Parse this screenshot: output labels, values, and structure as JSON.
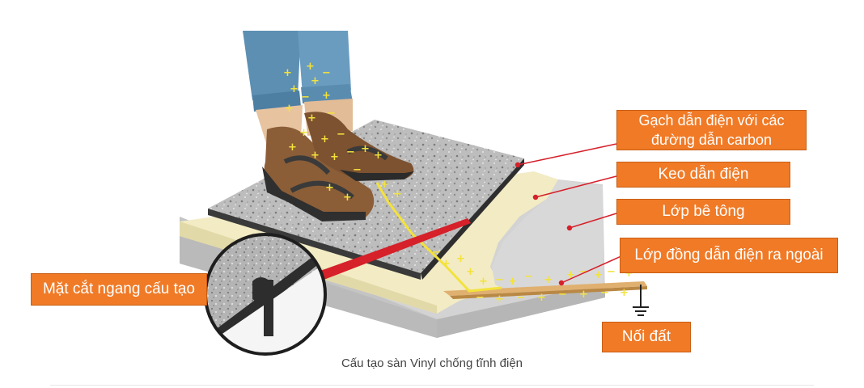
{
  "labels": {
    "conductive_tile": "Gạch dẫn điện với các đường dẫn carbon",
    "conductive_adhesive": "Keo dẫn điện",
    "concrete_layer": "Lớp bê tông",
    "copper_strip": "Lớp đồng dẫn điện ra ngoài",
    "grounding": "Nối đất",
    "cross_section": "Mặt cắt ngang cấu tạo"
  },
  "caption": "Cấu tạo sàn Vinyl chống tĩnh điện",
  "colors": {
    "label_bg": "#f07a26",
    "leader_line": "#d6202a",
    "charge_marks": "#f3e23c",
    "copper": "#e0b070",
    "adhesive": "#f2ebc4",
    "concrete": "#d0d0d0"
  }
}
